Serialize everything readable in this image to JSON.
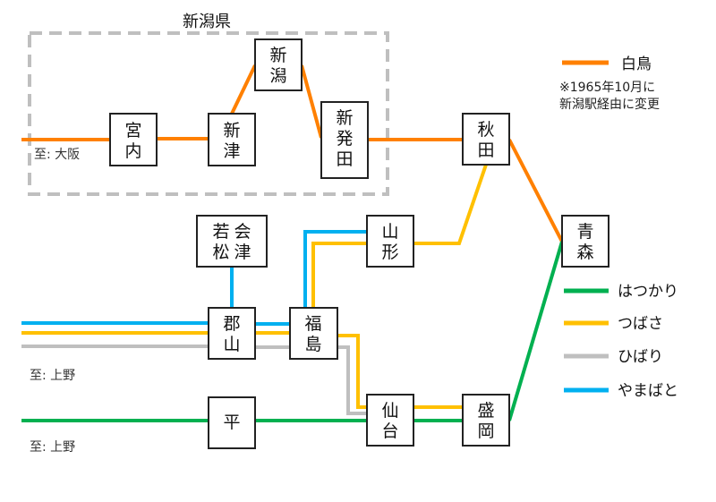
{
  "region": {
    "label": "新潟県"
  },
  "colors": {
    "hakucho": "#ff8000",
    "hatsukari": "#00b050",
    "tsubasa": "#ffc000",
    "hibari": "#bfbfbf",
    "yamabato": "#00b0f0",
    "border": "#222222",
    "region_border": "#bfbfbf"
  },
  "stations": {
    "miyauchi": "宮内",
    "niitsu": "新津",
    "niigata": "新潟",
    "shibata": "新発田",
    "akita": "秋田",
    "aomori": "青森",
    "aizuwakamatsu": "会津若松",
    "yamagata": "山形",
    "koriyama": "郡山",
    "fukushima": "福島",
    "taira": "平",
    "sendai": "仙台",
    "morioka": "盛岡"
  },
  "destinations": {
    "osaka": "至: 大阪",
    "ueno_tohoku": "至: 上野",
    "ueno_joban": "至: 上野"
  },
  "legend": [
    {
      "key": "hakucho",
      "label": "白鳥"
    },
    {
      "key": "hatsukari",
      "label": "はつかり"
    },
    {
      "key": "tsubasa",
      "label": "つばさ"
    },
    {
      "key": "hibari",
      "label": "ひばり"
    },
    {
      "key": "yamabato",
      "label": "やまばと"
    }
  ],
  "note": {
    "line1": "※1965年10月に",
    "line2": "新潟駅経由に変更"
  }
}
